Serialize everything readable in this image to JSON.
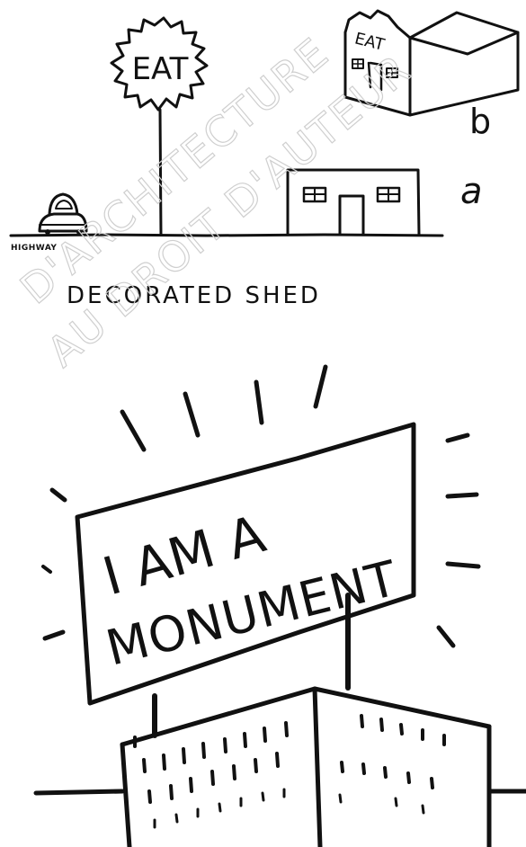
{
  "top_sketch": {
    "sign_text": "EAT",
    "building_sign_text": "EAT",
    "label_a": "a",
    "label_b": "b",
    "highway_label": "HIGHWAY",
    "caption": "DECORATED SHED"
  },
  "bottom_sketch": {
    "sign_line1": "I AM A",
    "sign_line2": "MONUMENT"
  },
  "watermark": {
    "line1": "D'ARCHITECTURE",
    "line2": "AU DROIT D'AUTEUR"
  },
  "colors": {
    "ink": "#111111",
    "watermark": "#c9c9c9",
    "background": "#ffffff"
  }
}
